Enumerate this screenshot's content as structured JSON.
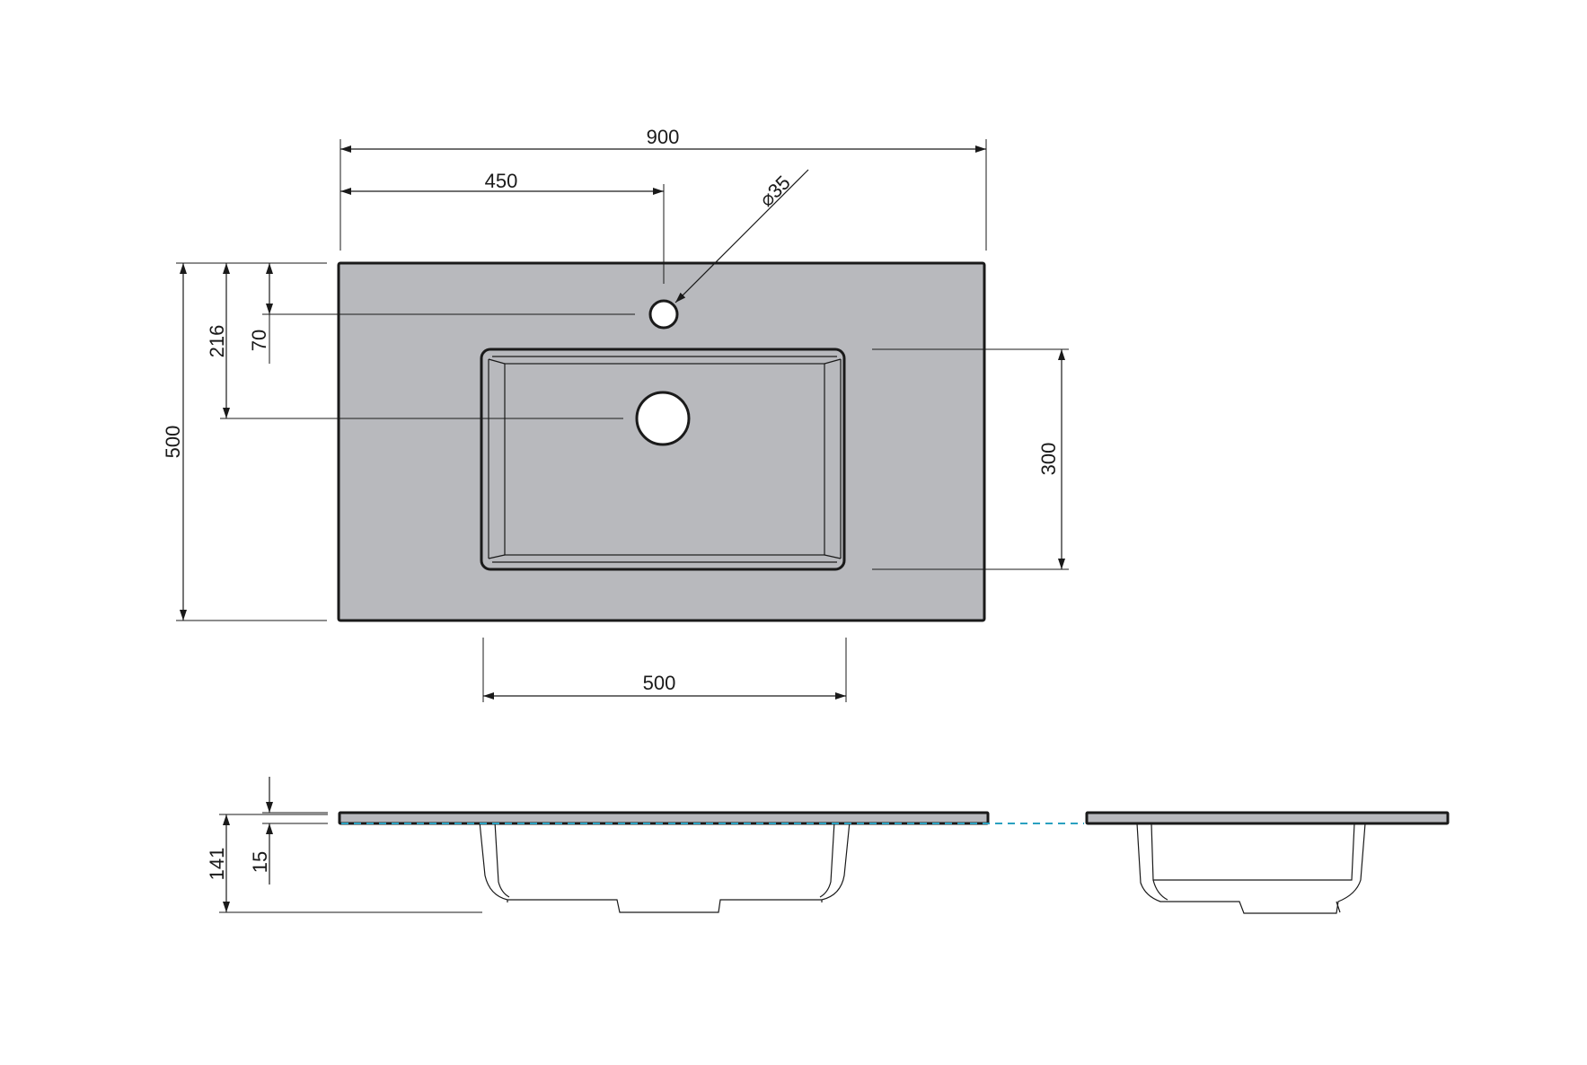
{
  "colors": {
    "body_fill": "#b8b9bd",
    "outline": "#1a1a1a",
    "hole_fill": "#ffffff",
    "dashed_link": "#2aa0c0"
  },
  "dimensions": {
    "overall_width": "900",
    "tap_hole_offset": "450",
    "tap_hole_diameter": "35",
    "overall_depth": "500",
    "drain_offset": "216",
    "tap_hole_depth": "70",
    "bowl_depth": "300",
    "bowl_width": "500",
    "total_height": "141",
    "top_thickness": "15"
  },
  "symbols": {
    "diameter": "⌀"
  }
}
